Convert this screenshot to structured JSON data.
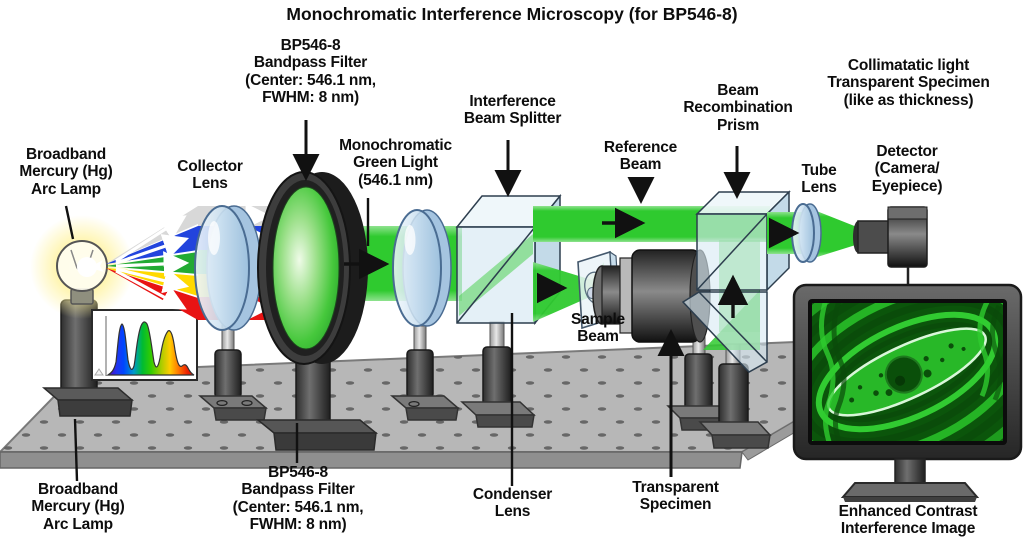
{
  "title": "Monochromatic Interference Microscopy (for BP546-8)",
  "labels": {
    "lamp_top": "Broadband\nMercury (Hg)\nArc Lamp",
    "collector_lens": "Collector\nLens",
    "bandpass_top": "BP546-8\nBandpass Filter\n(Center: 546.1 nm,\nFWHM: 8 nm)",
    "mono_green": "Monochromatic\nGreen Light\n(546.1 nm)",
    "beam_splitter": "Interference\nBeam Splitter",
    "reference_beam": "Reference\nBeam",
    "recombination_prism": "Beam\nRecombination\nPrism",
    "collimatatic": "Collimatatic light\nTransparent Specimen\n(like as thickness)",
    "tube_lens": "Tube\nLens",
    "detector": "Detector\n(Camera/\nEyepiece)",
    "sample_beam": "Sample\nBeam",
    "lamp_bottom": "Broadband\nMercury (Hg)\nArc Lamp",
    "bandpass_bottom": "BP546-8\nBandpass Filter\n(Center: 546.1 nm,\nFWHM: 8 nm)",
    "condenser_lens": "Condenser\nLens",
    "transparent_specimen": "Transparent\nSpecimen",
    "enhanced_image": "Enhanced Contrast\nInterference Image"
  },
  "colors": {
    "beam_green": "#2fca2f",
    "band_white": "#d8d8d8",
    "band_blue": "#2244dd",
    "band_green": "#22aa33",
    "band_yellow": "#ffd900",
    "band_red": "#e81313",
    "lens_blue": "#cfe3f2",
    "table_gray": "#b7b7b7"
  },
  "spectrum_inset": {
    "type": "area",
    "peaks": [
      "blue",
      "green",
      "orange-red"
    ],
    "note": "Hg lamp emission spectrum, rainbow-filled"
  },
  "monitor": {
    "screen_content": "green interference fringe image of a cell"
  }
}
